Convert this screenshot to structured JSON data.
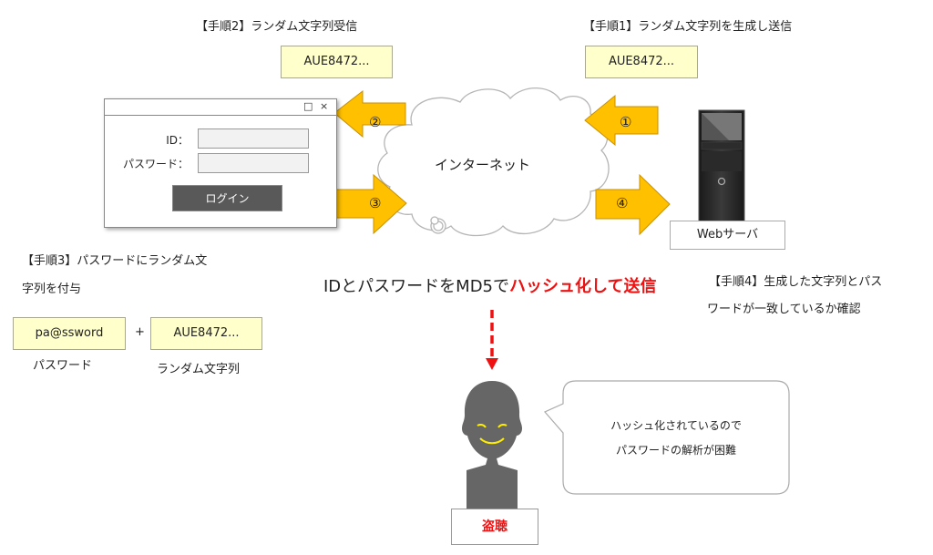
{
  "steps": {
    "step1": "【手順1】ランダム文字列を生成し送信",
    "step2": "【手順2】ランダム文字列受信",
    "step3_line1": "【手順3】パスワードにランダム文",
    "step3_line2": "字列を付与",
    "step4_line1": "【手順4】生成した文字列とパス",
    "step4_line2": "ワードが一致しているか確認"
  },
  "random_string": "AUE8472...",
  "login_window": {
    "restore_icon": "□",
    "close_icon": "×",
    "id_label": "ID：",
    "password_label": "パスワード：",
    "id_value": "",
    "password_value": "",
    "login_button": "ログイン"
  },
  "arrows": {
    "a1": "①",
    "a2": "②",
    "a3": "③",
    "a4": "④"
  },
  "internet_label": "インターネット",
  "server_label": "Webサーバ",
  "combine": {
    "password_value": "pa@ssword",
    "plus": "+",
    "random_value": "AUE8472...",
    "password_caption": "パスワード",
    "random_caption": "ランダム文字列"
  },
  "headline": {
    "normal": "IDとパスワードをMD5で",
    "emphasis": "ハッシュ化して送信"
  },
  "speech": {
    "line1": "ハッシュ化されているので",
    "line2": "パスワードの解析が困難"
  },
  "thief_label": "盗聴",
  "colors": {
    "arrow_fill": "#ffc000",
    "arrow_stroke": "#c89000",
    "box_fill": "#ffffcc",
    "emphasis_red": "#ee1111",
    "thief_gray": "#666666",
    "thief_eyes": "#ffee00"
  }
}
